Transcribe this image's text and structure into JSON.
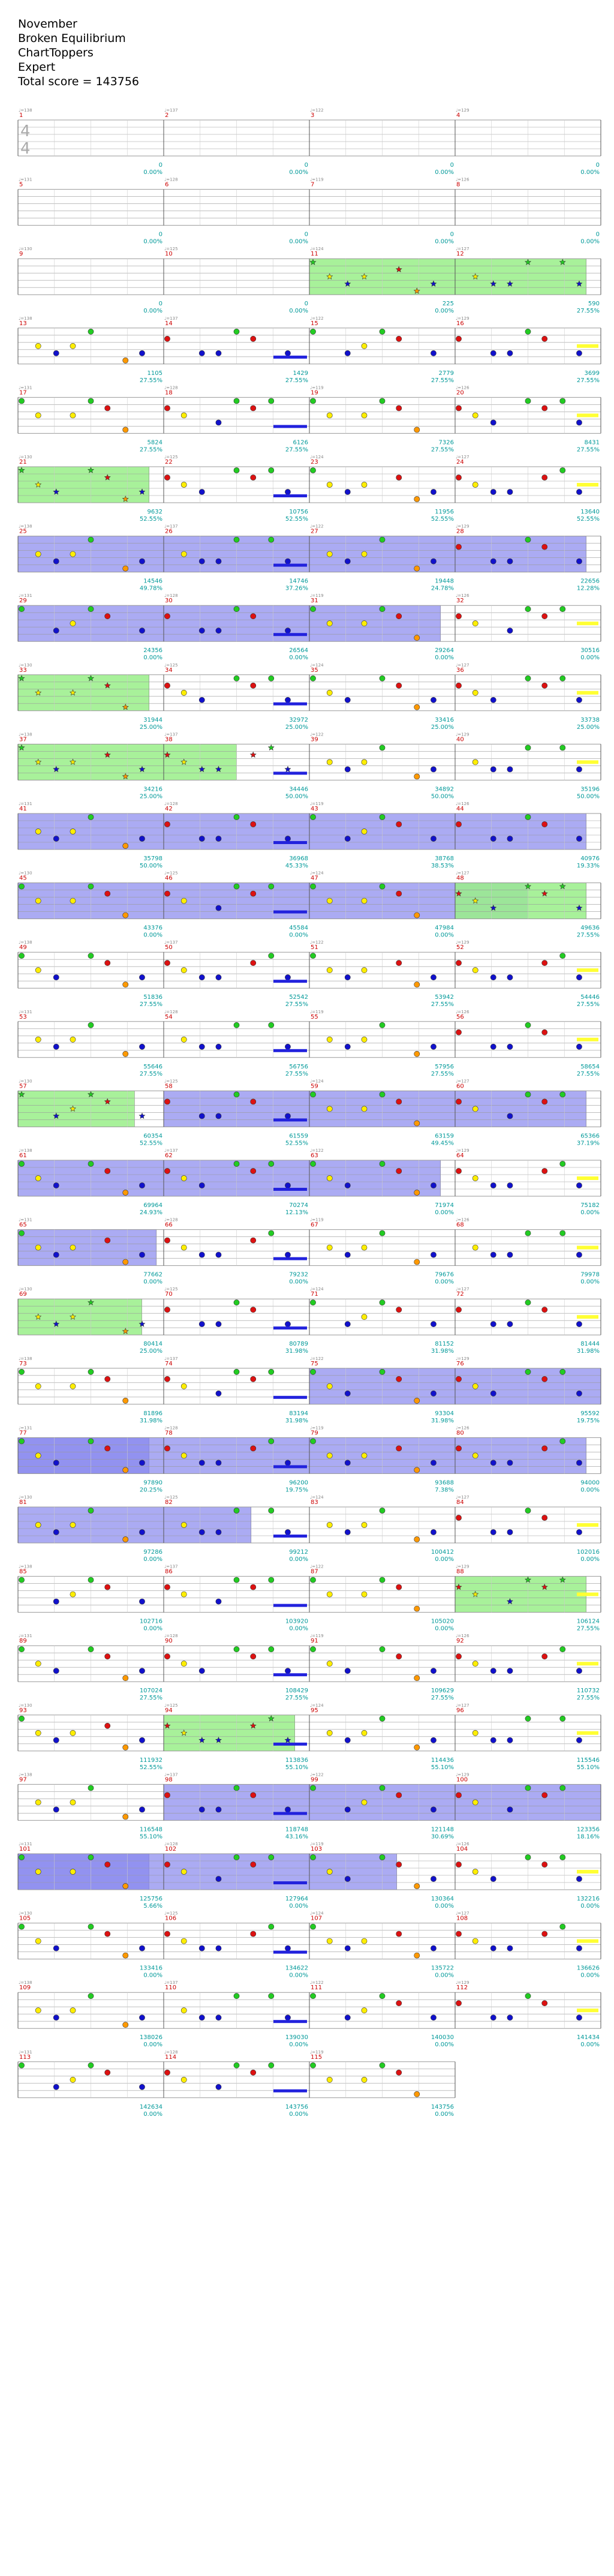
{
  "header": {
    "song": "November",
    "artist": "Broken Equilibrium",
    "charter": "ChartToppers",
    "difficulty": "Expert",
    "total_score_label": "Total score = 143756"
  },
  "time_signature": {
    "top": "4",
    "bottom": "4"
  },
  "lanes": [
    "green",
    "red",
    "yellow",
    "blue",
    "orange"
  ],
  "colors": {
    "green_note": "#22cc22",
    "red_note": "#dd1111",
    "yellow_note": "#ffee00",
    "blue_note": "#1111cc",
    "orange_note": "#ff9900",
    "star_power_shade": "#99ee88",
    "overdrive_shade": "#8888ee",
    "sustain_yellow": "#ffff33",
    "sustain_blue": "#2222dd",
    "measure_number": "#cc0000",
    "score_text": "#009999",
    "tempo_text": "#888888"
  },
  "chart_data": {
    "type": "highway",
    "final_score": 143756,
    "measures": [
      {
        "n": 1,
        "score": 0,
        "pct": "0.00%"
      },
      {
        "n": 2,
        "score": 0,
        "pct": "0.00%"
      },
      {
        "n": 3,
        "score": 0,
        "pct": "0.00%"
      },
      {
        "n": 4,
        "score": 0,
        "pct": "0.00%"
      },
      {
        "n": 5,
        "score": 0,
        "pct": "0.00%"
      },
      {
        "n": 6,
        "score": 0,
        "pct": "0.00%"
      },
      {
        "n": 7,
        "score": 0,
        "pct": "0.00%"
      },
      {
        "n": 8,
        "score": 0,
        "pct": "0.00%"
      },
      {
        "n": 9,
        "score": 0,
        "pct": "0.00%"
      },
      {
        "n": 10,
        "score": 0,
        "pct": "0.00%"
      },
      {
        "n": 11,
        "score": 225,
        "pct": "0.00%"
      },
      {
        "n": 12,
        "score": 590,
        "pct": "27.55%"
      },
      {
        "n": 13,
        "score": 1105,
        "pct": "27.55%"
      },
      {
        "n": 14,
        "score": 1429,
        "pct": "27.55%"
      },
      {
        "n": 15,
        "score": 2779,
        "pct": "27.55%"
      },
      {
        "n": 16,
        "score": 3699,
        "pct": "27.55%"
      },
      {
        "n": 17,
        "score": 5824,
        "pct": "27.55%"
      },
      {
        "n": 18,
        "score": 6126,
        "pct": "27.55%"
      },
      {
        "n": 19,
        "score": 7326,
        "pct": "27.55%"
      },
      {
        "n": 20,
        "score": 8431,
        "pct": "27.55%"
      },
      {
        "n": 21,
        "score": 9632,
        "pct": "52.55%"
      },
      {
        "n": 22,
        "score": 10756,
        "pct": "52.55%"
      },
      {
        "n": 23,
        "score": 11956,
        "pct": "52.55%"
      },
      {
        "n": 24,
        "score": 13640,
        "pct": "52.55%"
      },
      {
        "n": 25,
        "score": 14546,
        "pct": "49.78%"
      },
      {
        "n": 26,
        "score": 14746,
        "pct": "37.26%"
      },
      {
        "n": 27,
        "score": 19448,
        "pct": "24.78%"
      },
      {
        "n": 28,
        "score": 22656,
        "pct": "12.28%"
      },
      {
        "n": 29,
        "score": 24356,
        "pct": "0.00%"
      },
      {
        "n": 30,
        "score": 26564,
        "pct": "0.00%"
      },
      {
        "n": 31,
        "score": 29264,
        "pct": "0.00%"
      },
      {
        "n": 32,
        "score": 30516,
        "pct": "0.00%"
      },
      {
        "n": 33,
        "score": 31944,
        "pct": "25.00%"
      },
      {
        "n": 34,
        "score": 32972,
        "pct": "25.00%"
      },
      {
        "n": 35,
        "score": 33416,
        "pct": "25.00%"
      },
      {
        "n": 36,
        "score": 33738,
        "pct": "25.00%"
      },
      {
        "n": 37,
        "score": 34216,
        "pct": "25.00%"
      },
      {
        "n": 38,
        "score": 34446,
        "pct": "50.00%"
      },
      {
        "n": 39,
        "score": 34892,
        "pct": "50.00%"
      },
      {
        "n": 40,
        "score": 35196,
        "pct": "50.00%"
      },
      {
        "n": 41,
        "score": 35798,
        "pct": "50.00%"
      },
      {
        "n": 42,
        "score": 36968,
        "pct": "45.33%"
      },
      {
        "n": 43,
        "score": 38768,
        "pct": "38.53%"
      },
      {
        "n": 44,
        "score": 40976,
        "pct": "19.33%"
      },
      {
        "n": 45,
        "score": 43376,
        "pct": "0.00%"
      },
      {
        "n": 46,
        "score": 45584,
        "pct": "0.00%"
      },
      {
        "n": 47,
        "score": 47984,
        "pct": "0.00%"
      },
      {
        "n": 48,
        "score": 49636,
        "pct": "27.55%"
      },
      {
        "n": 49,
        "score": 51836,
        "pct": "27.55%"
      },
      {
        "n": 50,
        "score": 52542,
        "pct": "27.55%"
      },
      {
        "n": 51,
        "score": 53942,
        "pct": "27.55%"
      },
      {
        "n": 52,
        "score": 54446,
        "pct": "27.55%"
      },
      {
        "n": 53,
        "score": 55646,
        "pct": "27.55%"
      },
      {
        "n": 54,
        "score": 56756,
        "pct": "27.55%"
      },
      {
        "n": 55,
        "score": 57956,
        "pct": "27.55%"
      },
      {
        "n": 56,
        "score": 58654,
        "pct": "27.55%"
      },
      {
        "n": 57,
        "score": 60354,
        "pct": "52.55%"
      },
      {
        "n": 58,
        "score": 61559,
        "pct": "52.55%"
      },
      {
        "n": 59,
        "score": 63159,
        "pct": "49.45%"
      },
      {
        "n": 60,
        "score": 65366,
        "pct": "37.19%"
      },
      {
        "n": 61,
        "score": 69964,
        "pct": "24.93%"
      },
      {
        "n": 62,
        "score": 70274,
        "pct": "12.13%"
      },
      {
        "n": 63,
        "score": 71974,
        "pct": "0.00%"
      },
      {
        "n": 64,
        "score": 75182,
        "pct": "0.00%"
      },
      {
        "n": 65,
        "score": 77662,
        "pct": "0.00%"
      },
      {
        "n": 66,
        "score": 79232,
        "pct": "0.00%"
      },
      {
        "n": 67,
        "score": 79676,
        "pct": "0.00%"
      },
      {
        "n": 68,
        "score": 79978,
        "pct": "0.00%"
      },
      {
        "n": 69,
        "score": 80414,
        "pct": "25.00%"
      },
      {
        "n": 70,
        "score": 80789,
        "pct": "31.98%"
      },
      {
        "n": 71,
        "score": 81152,
        "pct": "31.98%"
      },
      {
        "n": 72,
        "score": 81444,
        "pct": "31.98%"
      },
      {
        "n": 73,
        "score": 81896,
        "pct": "31.98%"
      },
      {
        "n": 74,
        "score": 83194,
        "pct": "31.98%"
      },
      {
        "n": 75,
        "score": 93304,
        "pct": "31.98%"
      },
      {
        "n": 76,
        "score": 95592,
        "pct": "19.75%"
      },
      {
        "n": 77,
        "score": 97890,
        "pct": "20.25%"
      },
      {
        "n": 78,
        "score": 96200,
        "pct": "19.75%"
      },
      {
        "n": 79,
        "score": 93688,
        "pct": "7.38%"
      },
      {
        "n": 80,
        "score": 94000,
        "pct": "0.00%"
      },
      {
        "n": 81,
        "score": 97286,
        "pct": "0.00%"
      },
      {
        "n": 82,
        "score": 99212,
        "pct": "0.00%"
      },
      {
        "n": 83,
        "score": 100412,
        "pct": "0.00%"
      },
      {
        "n": 84,
        "score": 102016,
        "pct": "0.00%"
      },
      {
        "n": 85,
        "score": 102716,
        "pct": "0.00%"
      },
      {
        "n": 86,
        "score": 103920,
        "pct": "0.00%"
      },
      {
        "n": 87,
        "score": 105020,
        "pct": "0.00%"
      },
      {
        "n": 88,
        "score": 106124,
        "pct": "27.55%"
      },
      {
        "n": 89,
        "score": 107024,
        "pct": "27.55%"
      },
      {
        "n": 90,
        "score": 108429,
        "pct": "27.55%"
      },
      {
        "n": 91,
        "score": 109629,
        "pct": "27.55%"
      },
      {
        "n": 92,
        "score": 110732,
        "pct": "27.55%"
      },
      {
        "n": 93,
        "score": 111932,
        "pct": "52.55%"
      },
      {
        "n": 94,
        "score": 113836,
        "pct": "55.10%"
      },
      {
        "n": 95,
        "score": 114436,
        "pct": "55.10%"
      },
      {
        "n": 96,
        "score": 115546,
        "pct": "55.10%"
      },
      {
        "n": 97,
        "score": 116548,
        "pct": "55.10%"
      },
      {
        "n": 98,
        "score": 118748,
        "pct": "43.16%"
      },
      {
        "n": 99,
        "score": 121148,
        "pct": "30.69%"
      },
      {
        "n": 100,
        "score": 123356,
        "pct": "18.16%"
      },
      {
        "n": 101,
        "score": 125756,
        "pct": "5.66%"
      },
      {
        "n": 102,
        "score": 127964,
        "pct": "0.00%"
      },
      {
        "n": 103,
        "score": 130364,
        "pct": "0.00%"
      },
      {
        "n": 104,
        "score": 132216,
        "pct": "0.00%"
      },
      {
        "n": 105,
        "score": 133416,
        "pct": "0.00%"
      },
      {
        "n": 106,
        "score": 134622,
        "pct": "0.00%"
      },
      {
        "n": 107,
        "score": 135722,
        "pct": "0.00%"
      },
      {
        "n": 108,
        "score": 136626,
        "pct": "0.00%"
      },
      {
        "n": 109,
        "score": 138026,
        "pct": "0.00%"
      },
      {
        "n": 110,
        "score": 139030,
        "pct": "0.00%"
      },
      {
        "n": 111,
        "score": 140030,
        "pct": "0.00%"
      },
      {
        "n": 112,
        "score": 141434,
        "pct": "0.00%"
      },
      {
        "n": 113,
        "score": 142634,
        "pct": "0.00%"
      },
      {
        "n": 114,
        "score": 143756,
        "pct": "0.00%"
      },
      {
        "n": 115,
        "score": 143756,
        "pct": "0.00%"
      }
    ],
    "tempo_marks": [
      "♩=138",
      "♩=137",
      "♩=122",
      "♩=129",
      "♩=131",
      "♩=128",
      "♩=119",
      "♩=126",
      "♩=130",
      "♩=125",
      "♩=124",
      "♩=127"
    ],
    "star_power_ranges": [
      [
        11,
        12.9
      ],
      [
        21,
        21.9
      ],
      [
        33,
        33.9
      ],
      [
        37,
        38.5
      ],
      [
        48,
        48.9
      ],
      [
        57,
        57.8
      ],
      [
        69,
        69.85
      ],
      [
        88,
        88.9
      ],
      [
        94,
        94.9
      ]
    ],
    "overdrive_ranges": [
      [
        25,
        28.9
      ],
      [
        29,
        31.9
      ],
      [
        41,
        44.9
      ],
      [
        45,
        48.5
      ],
      [
        58,
        60.9
      ],
      [
        61,
        63.9
      ],
      [
        65,
        65.95
      ],
      [
        75,
        77.9
      ],
      [
        77,
        80.9
      ],
      [
        81,
        82.6
      ],
      [
        98,
        101.9
      ],
      [
        101,
        103.6
      ]
    ]
  }
}
